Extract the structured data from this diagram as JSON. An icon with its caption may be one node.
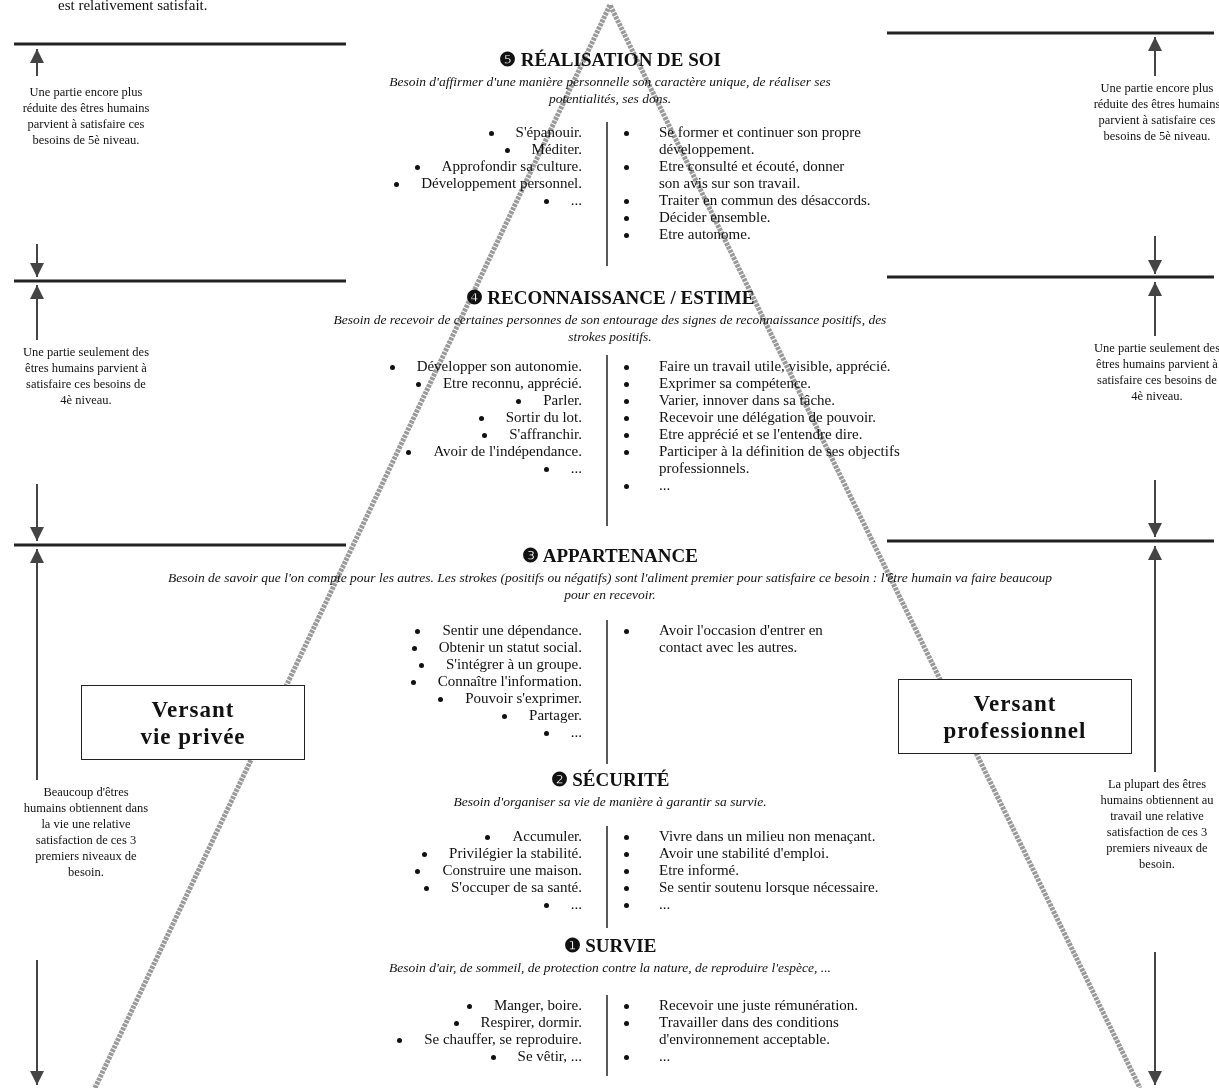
{
  "diagram": {
    "nodes": [
      {
        "text": [
          "Versant vie privée"
        ]
      },
      {
        "text": [
          "Versant professionnel"
        ]
      }
    ],
    "labels": [
      "est relativement satisfait.",
      "Une partie encore plus réduite des êtres humains parvient à satisfaire ces besoins de 5è niveau.",
      "❺ RÉALISATION DE SOI",
      "Besoin d'affirmer d'une manière personnelle son caractère unique, de réaliser ses potentialités, ses dons.",
      "S'épanouir.",
      "Méditer.",
      "Approfondir sa culture.",
      "Développement personnel.",
      "...",
      "Se former et continuer son propre développement.",
      "Etre consulté et écouté, donner son avis sur son travail.",
      "Traiter en commun des désaccords.",
      "Décider ensemble.",
      "Etre autonome.",
      "Une partie encore plus réduite des êtres humains parvient à satisfaire ces besoins de 5è niveau.",
      "Une partie seulement des êtres humains parvient à satisfaire ces besoins de 4è niveau.",
      "❹ RECONNAISSANCE / ESTIME",
      "Besoin de recevoir de certaines personnes de son entourage des signes de reconnaissance positifs, des strokes positifs.",
      "Développer son autonomie.",
      "Etre reconnu, apprécié.",
      "Parler.",
      "Sortir du lot.",
      "S'affranchir.",
      "Avoir de l'indépendance.",
      "...",
      "Faire un travail utile, visible, apprécié.",
      "Exprimer sa compétence.",
      "Varier, innover dans sa tâche.",
      "Recevoir une délégation de pouvoir.",
      "Etre apprécié et se l'entendre dire.",
      "Participer à la définition de ses objectifs professionnels.",
      "...",
      "Une partie seulement des êtres humains parvient à satisfaire ces besoins de 4è niveau.",
      "❸ APPARTENANCE",
      "Besoin de savoir que l'on compte pour les autres. Les strokes (positifs ou négatifs) sont l'aliment premier pour satisfaire ce besoin : l'être humain va faire beaucoup pour en recevoir.",
      "Sentir une dépendance.",
      "Obtenir un statut social.",
      "S'intégrer à un groupe.",
      "Connaître l'information.",
      "Pouvoir s'exprimer.",
      "Partager.",
      "...",
      "Avoir l'occasion d'entrer en contact avec les autres.",
      "Beaucoup d'êtres humains obtiennent dans la vie une relative satisfaction de ces 3 premiers niveaux de besoin.",
      "La plupart des êtres humains obtiennent au travail une relative satisfaction de ces 3 premiers niveaux de besoin.",
      "❷ SÉCURITÉ",
      "Besoin d'organiser sa vie de manière à garantir sa survie.",
      "Accumuler.",
      "Privilégier la stabilité.",
      "Construire une maison.",
      "S'occuper de sa santé.",
      "...",
      "Vivre dans un milieu non menaçant.",
      "Avoir une stabilité d'emploi.",
      "Etre informé.",
      "Se sentir soutenu lorsque nécessaire.",
      "...",
      "❶ SURVIE",
      "Besoin d'air, de sommeil, de protection contre la nature, de reproduire l'espèce, ...",
      "Manger, boire.",
      "Respirer, dormir.",
      "Se chauffer, se reproduire.",
      "Se vêtir, ...",
      "Recevoir une juste rémunération.",
      "Travailler dans des conditions d'environnement acceptable.",
      "..."
    ]
  }
}
